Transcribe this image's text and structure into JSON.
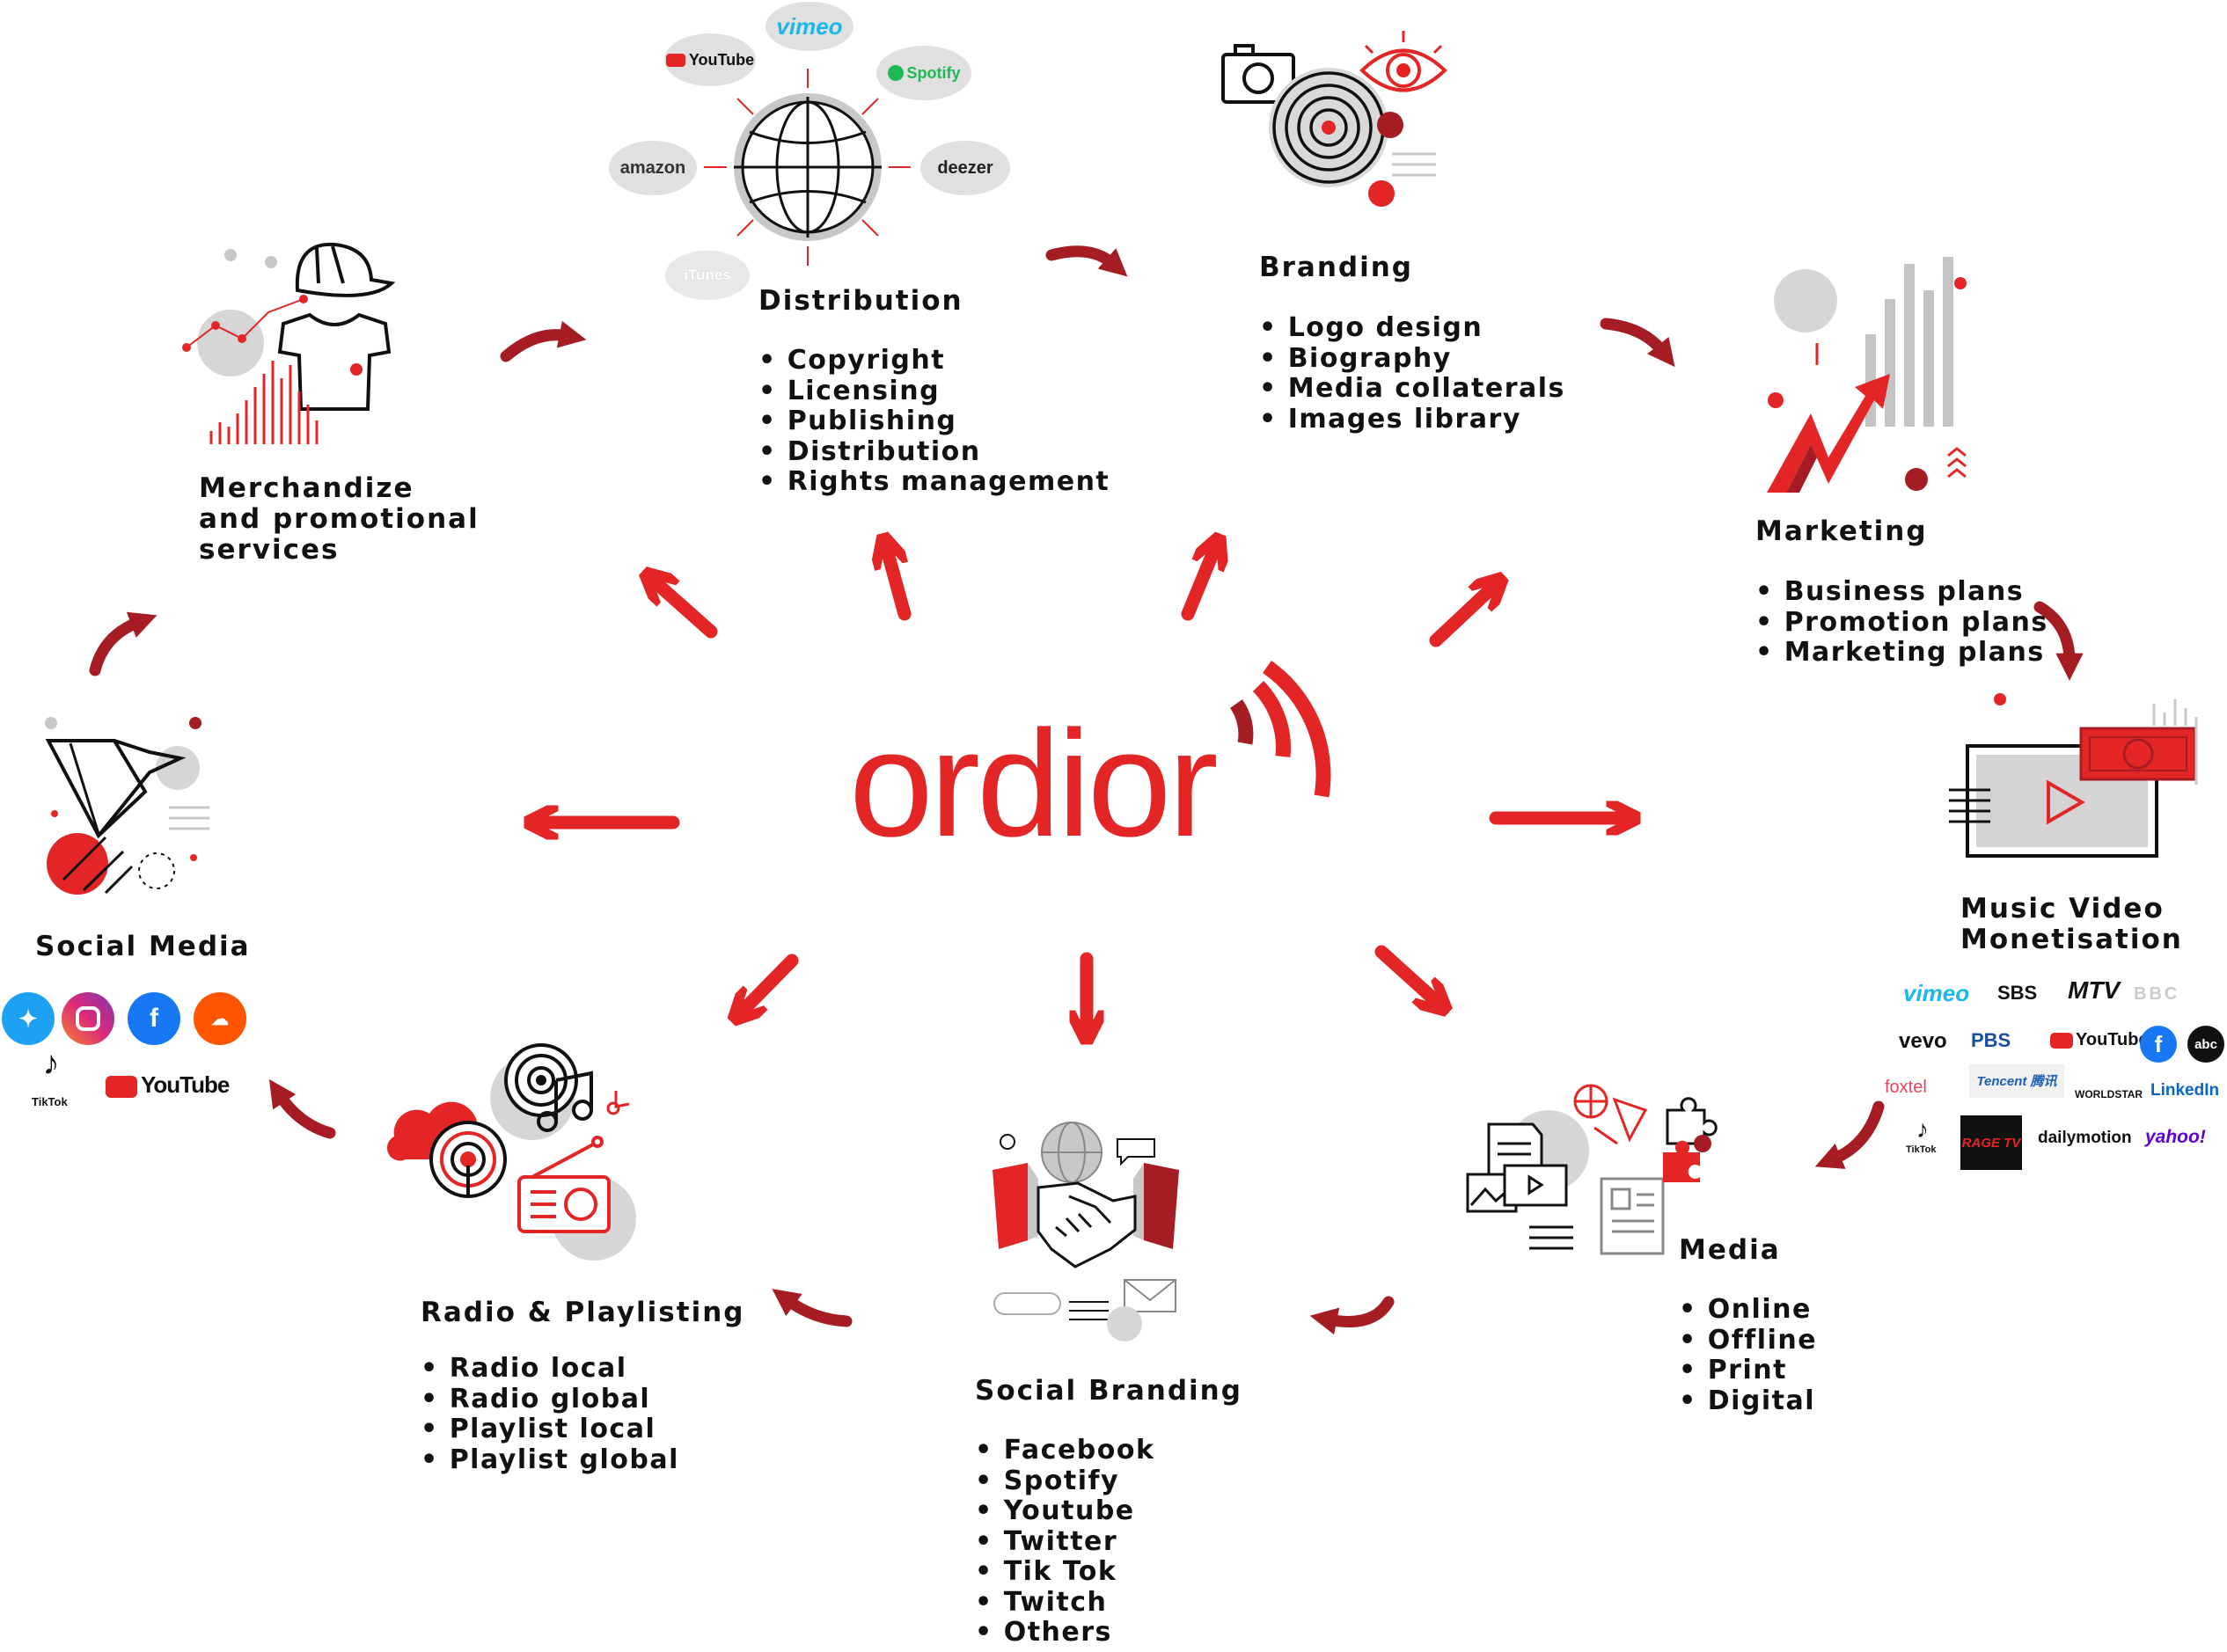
{
  "center": {
    "logo_text": "ordior"
  },
  "colors": {
    "red": "#e42525",
    "dark_red": "#a51d22",
    "grey": "#cfcfcf",
    "ink": "#111111"
  },
  "nodes": {
    "distribution": {
      "title": "Distribution",
      "items": [
        "Copyright",
        "Licensing",
        "Publishing",
        "Distribution",
        "Rights management"
      ],
      "platforms": [
        "vimeo",
        "YouTube",
        "Spotify",
        "amazon",
        "deezer",
        "iTunes"
      ]
    },
    "branding": {
      "title": "Branding",
      "items": [
        "Logo design",
        "Biography",
        "Media collaterals",
        "Images library"
      ]
    },
    "marketing": {
      "title": "Marketing",
      "items": [
        "Business plans",
        "Promotion plans",
        "Marketing plans"
      ]
    },
    "music_video": {
      "title_line1": "Music Video",
      "title_line2": "Monetisation",
      "platforms": [
        "vimeo",
        "SBS",
        "MTV",
        "BBC",
        "vevo",
        "PBS",
        "YouTube",
        "abc",
        "foxtel",
        "Tencent 腾讯",
        "WORLDSTAR",
        "LinkedIn",
        "TikTok",
        "RAGE TV",
        "dailymotion",
        "yahoo!"
      ]
    },
    "media": {
      "title": "Media",
      "items": [
        "Online",
        "Offline",
        "Print",
        "Digital"
      ]
    },
    "social_branding": {
      "title": "Social Branding",
      "items": [
        "Facebook",
        "Spotify",
        "Youtube",
        "Twitter",
        "Tik Tok",
        "Twitch",
        "Others"
      ]
    },
    "radio": {
      "title": "Radio & Playlisting",
      "items": [
        "Radio local",
        "Radio global",
        "Playlist local",
        "Playlist global"
      ]
    },
    "social_media": {
      "title": "Social Media",
      "platforms": [
        "TikTok",
        "YouTube"
      ]
    },
    "merch": {
      "title_lines": [
        "Merchandize",
        "and promotional",
        "services"
      ]
    }
  },
  "icons": [
    "globe-icon",
    "camera-icon",
    "eye-icon",
    "maze-icon",
    "bar-chart-icon",
    "trend-arrow-icon",
    "video-player-icon",
    "money-icon",
    "document-icon",
    "newspaper-icon",
    "puzzle-icon",
    "handshake-icon",
    "globe-small-icon",
    "mail-icon",
    "radio-icon",
    "music-note-icon",
    "record-icon",
    "cloud-icon",
    "bird-icon",
    "cap-icon",
    "tshirt-icon",
    "twitter-icon",
    "instagram-icon",
    "facebook-icon",
    "soundcloud-icon",
    "tiktok-icon",
    "youtube-icon"
  ]
}
